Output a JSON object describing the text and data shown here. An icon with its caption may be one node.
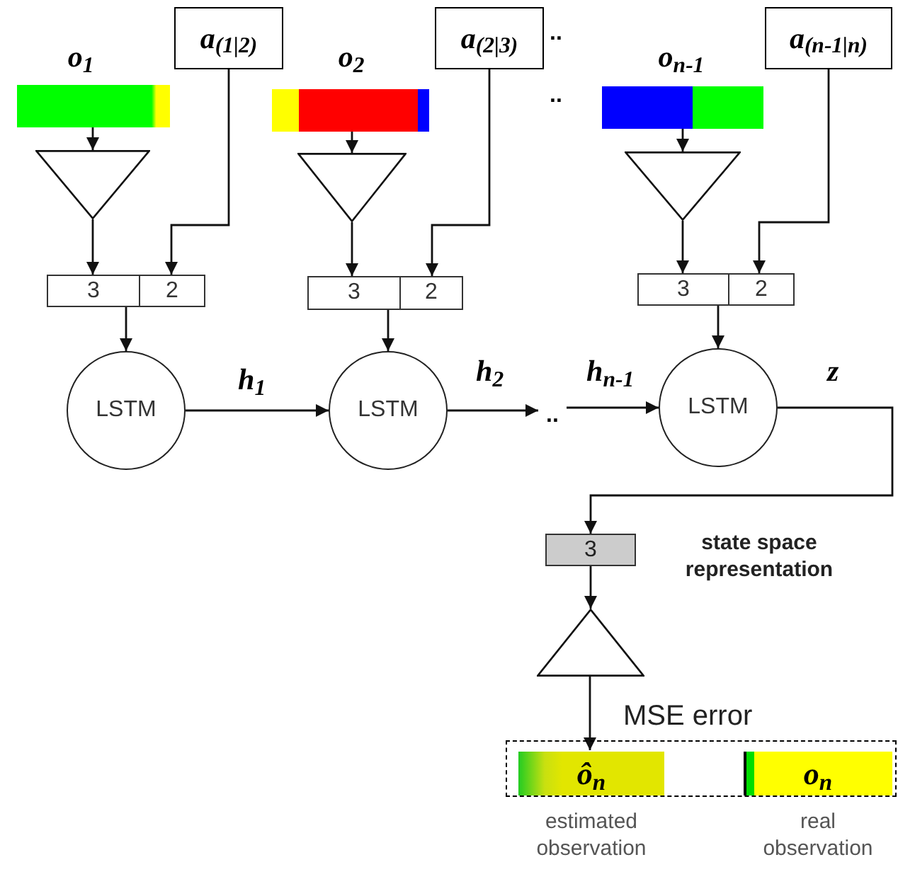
{
  "diagram": {
    "nodes": [
      {
        "text": [
          "a$_{(1|2)}$"
        ]
      },
      {
        "text": [
          "o$_{1}$"
        ]
      },
      {
        "text": [],
        "shape": "triangle"
      },
      {
        "text": [
          "3",
          "2"
        ]
      },
      {
        "text": [
          "LSTM"
        ]
      },
      {
        "text": [
          "a$_{(2|3)}$"
        ]
      },
      {
        "text": [
          "o$_{2}$"
        ]
      },
      {
        "text": [],
        "shape": "triangle"
      },
      {
        "text": [
          "3",
          "2"
        ]
      },
      {
        "text": [
          "LSTM"
        ]
      },
      {
        "text": [
          ".."
        ]
      },
      {
        "text": [
          "a$_{(n-1|n)}$"
        ]
      },
      {
        "text": [
          "o$_{n-1}$"
        ]
      },
      {
        "text": [],
        "shape": "triangle"
      },
      {
        "text": [
          "3",
          "2"
        ]
      },
      {
        "text": [
          "LSTM"
        ]
      },
      {
        "text": [
          "3"
        ],
        "beside": [
          "state space representation"
        ]
      },
      {
        "text": [],
        "shape": "triangle"
      },
      {
        "text": [],
        "shape": "box"
      },
      {
        "text": [
          "ô$_{n}$"
        ],
        "in": 18,
        "beside": [
          "estimated observation"
        ]
      },
      {
        "text": [
          "o$_{n}$"
        ],
        "in": 18,
        "beside": [
          "real observation"
        ]
      }
    ],
    "edges": [
      {
        "from": 1,
        "to": 2,
        "arrow": "to"
      },
      {
        "from": 0,
        "to": 3,
        "arrow": "to"
      },
      {
        "from": 2,
        "to": 3,
        "arrow": "to"
      },
      {
        "from": 3,
        "to": 4,
        "arrow": "to"
      },
      {
        "from": 6,
        "to": 7,
        "arrow": "to"
      },
      {
        "from": 5,
        "to": 8,
        "arrow": "to"
      },
      {
        "from": 7,
        "to": 8,
        "arrow": "to"
      },
      {
        "from": 8,
        "to": 9,
        "arrow": "to"
      },
      {
        "from": 4,
        "to": 9,
        "arrow": "to",
        "label": "h$_{1}$"
      },
      {
        "from": 9,
        "to": 10,
        "arrow": "to",
        "label": "h$_{2}$"
      },
      {
        "from": 10,
        "to": 15,
        "arrow": "to",
        "label": "h$_{n-1}$"
      },
      {
        "from": 12,
        "to": 13,
        "arrow": "to"
      },
      {
        "from": 11,
        "to": 14,
        "arrow": "to"
      },
      {
        "from": 13,
        "to": 14,
        "arrow": "to"
      },
      {
        "from": 14,
        "to": 15,
        "arrow": "to"
      },
      {
        "from": 15,
        "to": 16,
        "arrow": "to",
        "label": "z"
      },
      {
        "from": 16,
        "to": 17,
        "arrow": "to"
      },
      {
        "from": 17,
        "to": 19,
        "arrow": "to"
      }
    ],
    "labels": [
      "..",
      "..",
      "MSE error"
    ]
  }
}
